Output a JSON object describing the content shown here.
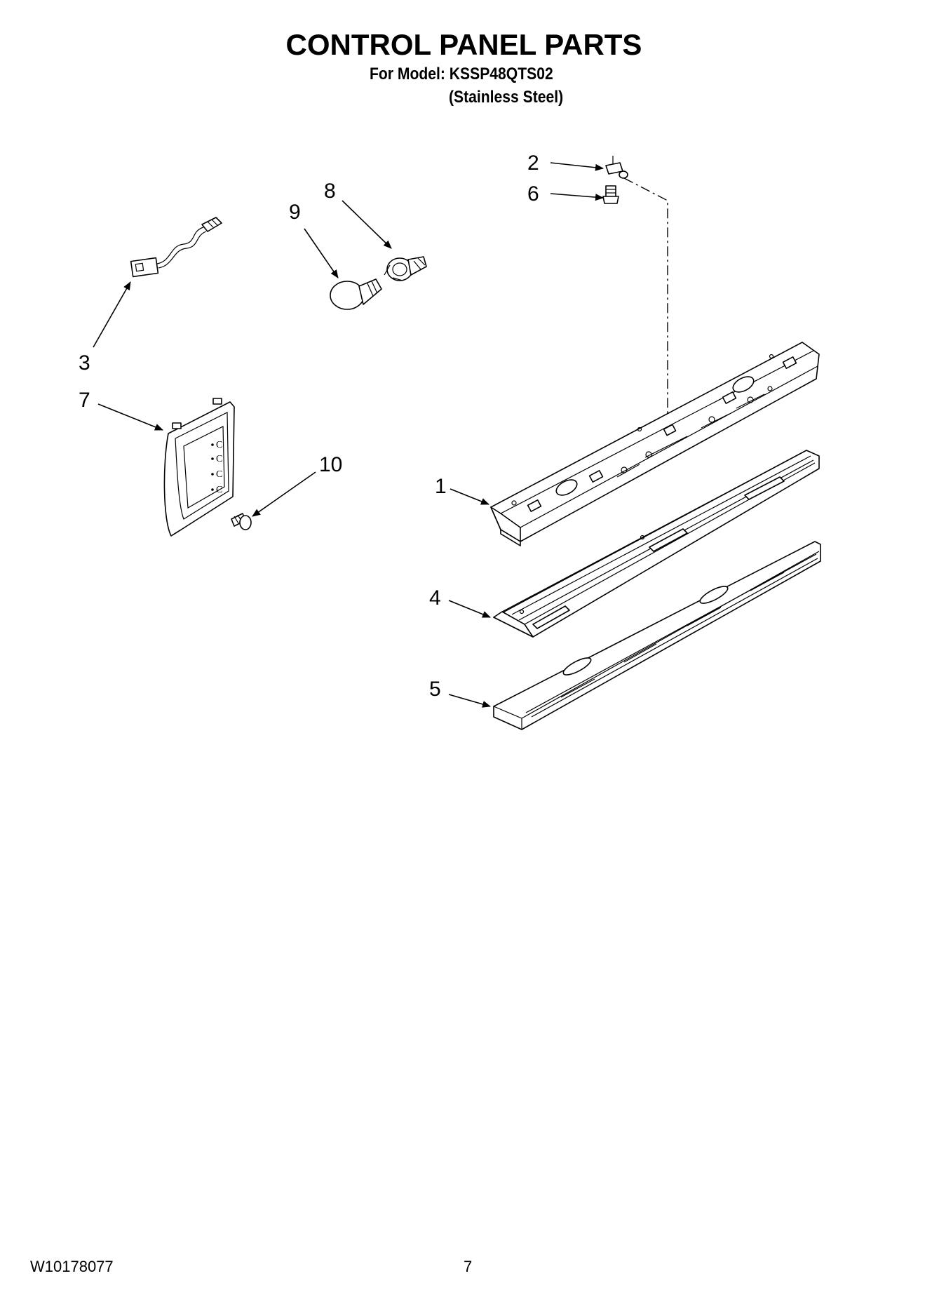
{
  "header": {
    "title": "CONTROL PANEL PARTS",
    "model_line": "For Model: KSSP48QTS02",
    "finish_line": "(Stainless Steel)"
  },
  "callouts": {
    "c1": "1",
    "c2": "2",
    "c3": "3",
    "c4": "4",
    "c5": "5",
    "c6": "6",
    "c7": "7",
    "c8": "8",
    "c9": "9",
    "c10": "10"
  },
  "footer": {
    "doc_number": "W10178077",
    "page_number": "7"
  }
}
